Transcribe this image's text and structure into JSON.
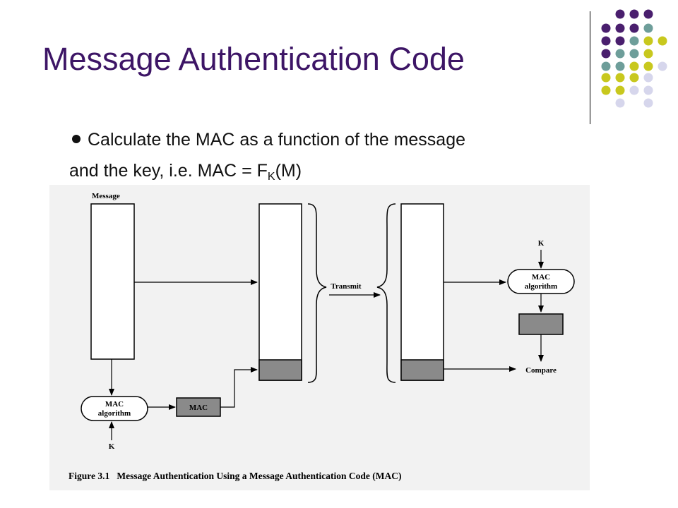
{
  "slide": {
    "title": "Message Authentication Code",
    "bullet_line1": "Calculate the MAC as a function of the message",
    "bullet_line2_prefix": "and  the key, i.e. MAC = F",
    "bullet_sub": "K",
    "bullet_line2_suffix": "(M)"
  },
  "decoration": {
    "dot_colors": {
      "purple": "#4a1f6e",
      "teal": "#6e9e9a",
      "olive": "#c8c81e",
      "lavender": "#d6d6ec"
    }
  },
  "diagram": {
    "message_label": "Message",
    "mac_algorithm_line1": "MAC",
    "mac_algorithm_line2": "algorithm",
    "key_label": "K",
    "mac_box_label": "MAC",
    "transmit_label": "Transmit",
    "compare_label": "Compare",
    "caption": "Figure 3.1   Message Authentication Using a Message Authentication Code (MAC)"
  }
}
